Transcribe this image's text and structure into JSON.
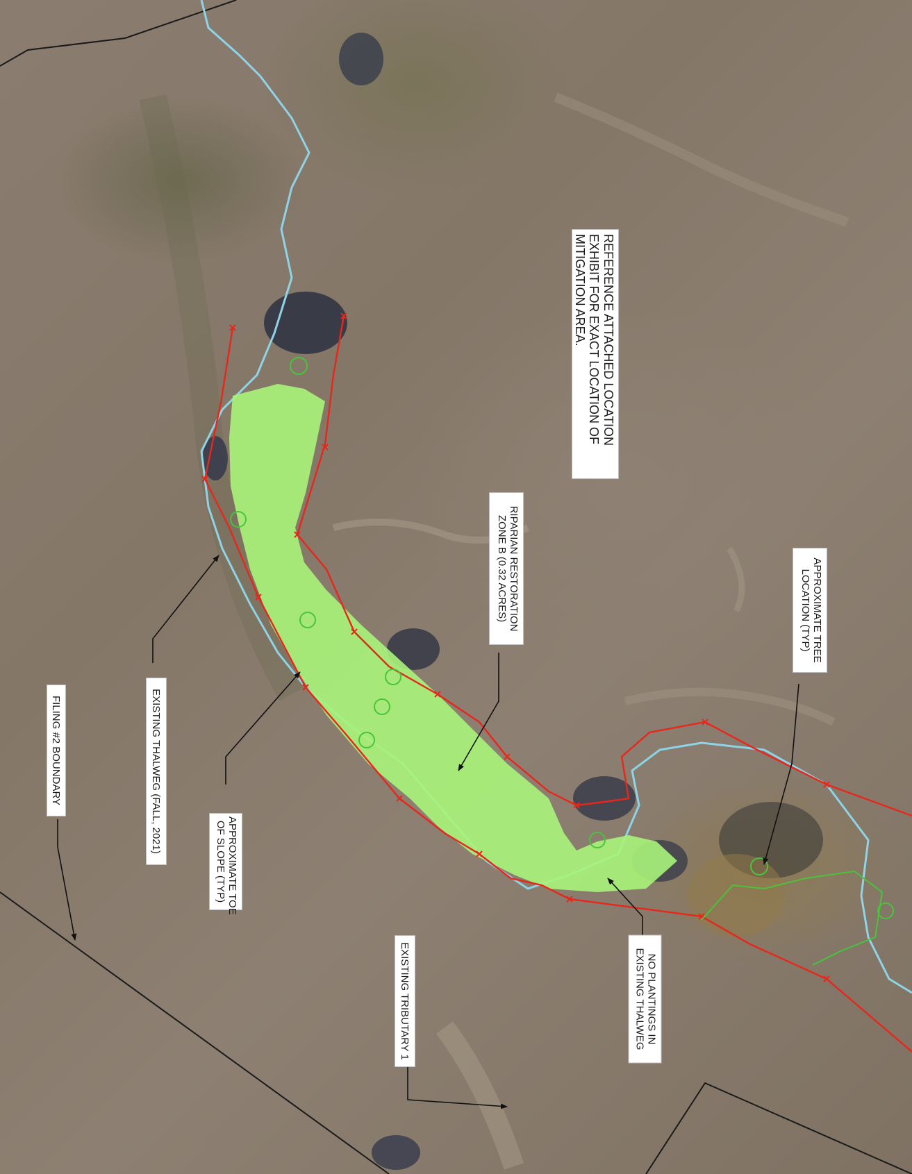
{
  "colors": {
    "restoration_fill": "#a8f47a",
    "boundary_red": "#e8261b",
    "thalweg_blue": "#8fd3e6",
    "filing_boundary_black": "#1a1a1a",
    "tree_green": "#49c43a"
  },
  "labels": {
    "reference_note": [
      "REFERENCE ATTACHED LOCATION",
      "EXHIBIT FOR EXACT LOCATION OF",
      "MITIGATION AREA."
    ],
    "riparian_zone": [
      "RIPARIAN RESTORATION",
      "ZONE B (0.32 ACRES)"
    ],
    "tree_location": [
      "APPROXIMATE TREE",
      "LOCATION (TYP)"
    ],
    "existing_thalweg": [
      "EXISTING THALWEG (FALL, 2021)"
    ],
    "toe_of_slope": [
      "APPROXIMATE TOE",
      "OF SLOPE (TYP)"
    ],
    "filing_boundary": [
      "FILING #2 BOUNDARY"
    ],
    "existing_tributary": [
      "EXISTING TRIBUTARY 1"
    ],
    "no_plantings": [
      "NO PLANTINGS IN",
      "EXISTING THALWEG"
    ]
  },
  "map_features": [
    "riparian-restoration-zone",
    "existing-thalweg",
    "toe-of-slope-boundary",
    "filing-boundary",
    "tree-locations"
  ]
}
